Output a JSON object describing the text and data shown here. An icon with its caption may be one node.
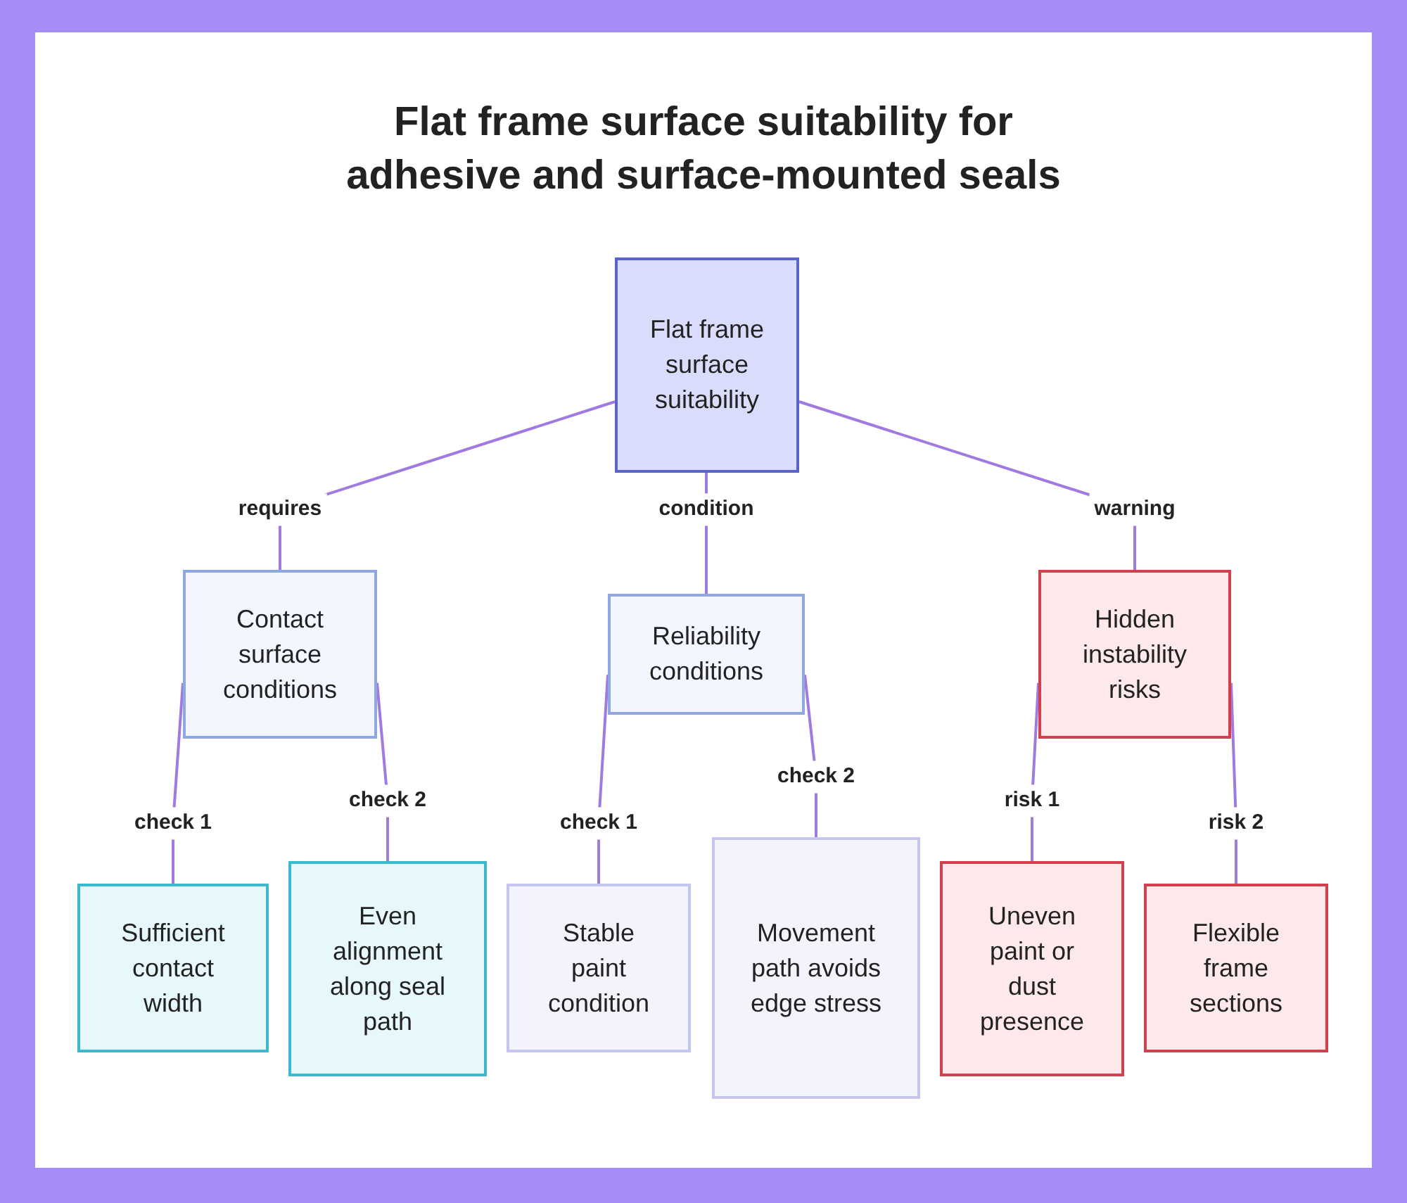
{
  "diagram": {
    "title": "Flat frame surface suitability for adhesive and surface-mounted seals",
    "nodes": [
      {
        "text": [
          "Flat frame surface suitability"
        ]
      },
      {
        "text": [
          "Contact surface conditions"
        ]
      },
      {
        "text": [
          "Reliability conditions"
        ]
      },
      {
        "text": [
          "Hidden instability risks"
        ]
      },
      {
        "text": [
          "Sufficient contact width"
        ]
      },
      {
        "text": [
          "Even alignment along seal path"
        ]
      },
      {
        "text": [
          "Stable paint condition"
        ]
      },
      {
        "text": [
          "Movement path avoids edge stress"
        ]
      },
      {
        "text": [
          "Uneven paint or dust presence"
        ]
      },
      {
        "text": [
          "Flexible frame sections"
        ]
      }
    ],
    "edges": [
      {
        "from": 0,
        "to": 1,
        "arrow": "none",
        "label": "requires"
      },
      {
        "from": 0,
        "to": 2,
        "arrow": "none",
        "label": "condition"
      },
      {
        "from": 0,
        "to": 3,
        "arrow": "none",
        "label": "warning"
      },
      {
        "from": 1,
        "to": 4,
        "arrow": "none",
        "label": "check 1"
      },
      {
        "from": 1,
        "to": 5,
        "arrow": "none",
        "label": "check 2"
      },
      {
        "from": 2,
        "to": 6,
        "arrow": "none",
        "label": "check 1"
      },
      {
        "from": 2,
        "to": 7,
        "arrow": "none",
        "label": "check 2"
      },
      {
        "from": 3,
        "to": 8,
        "arrow": "none",
        "label": "risk 1"
      },
      {
        "from": 3,
        "to": 9,
        "arrow": "none",
        "label": "risk 2"
      }
    ]
  }
}
